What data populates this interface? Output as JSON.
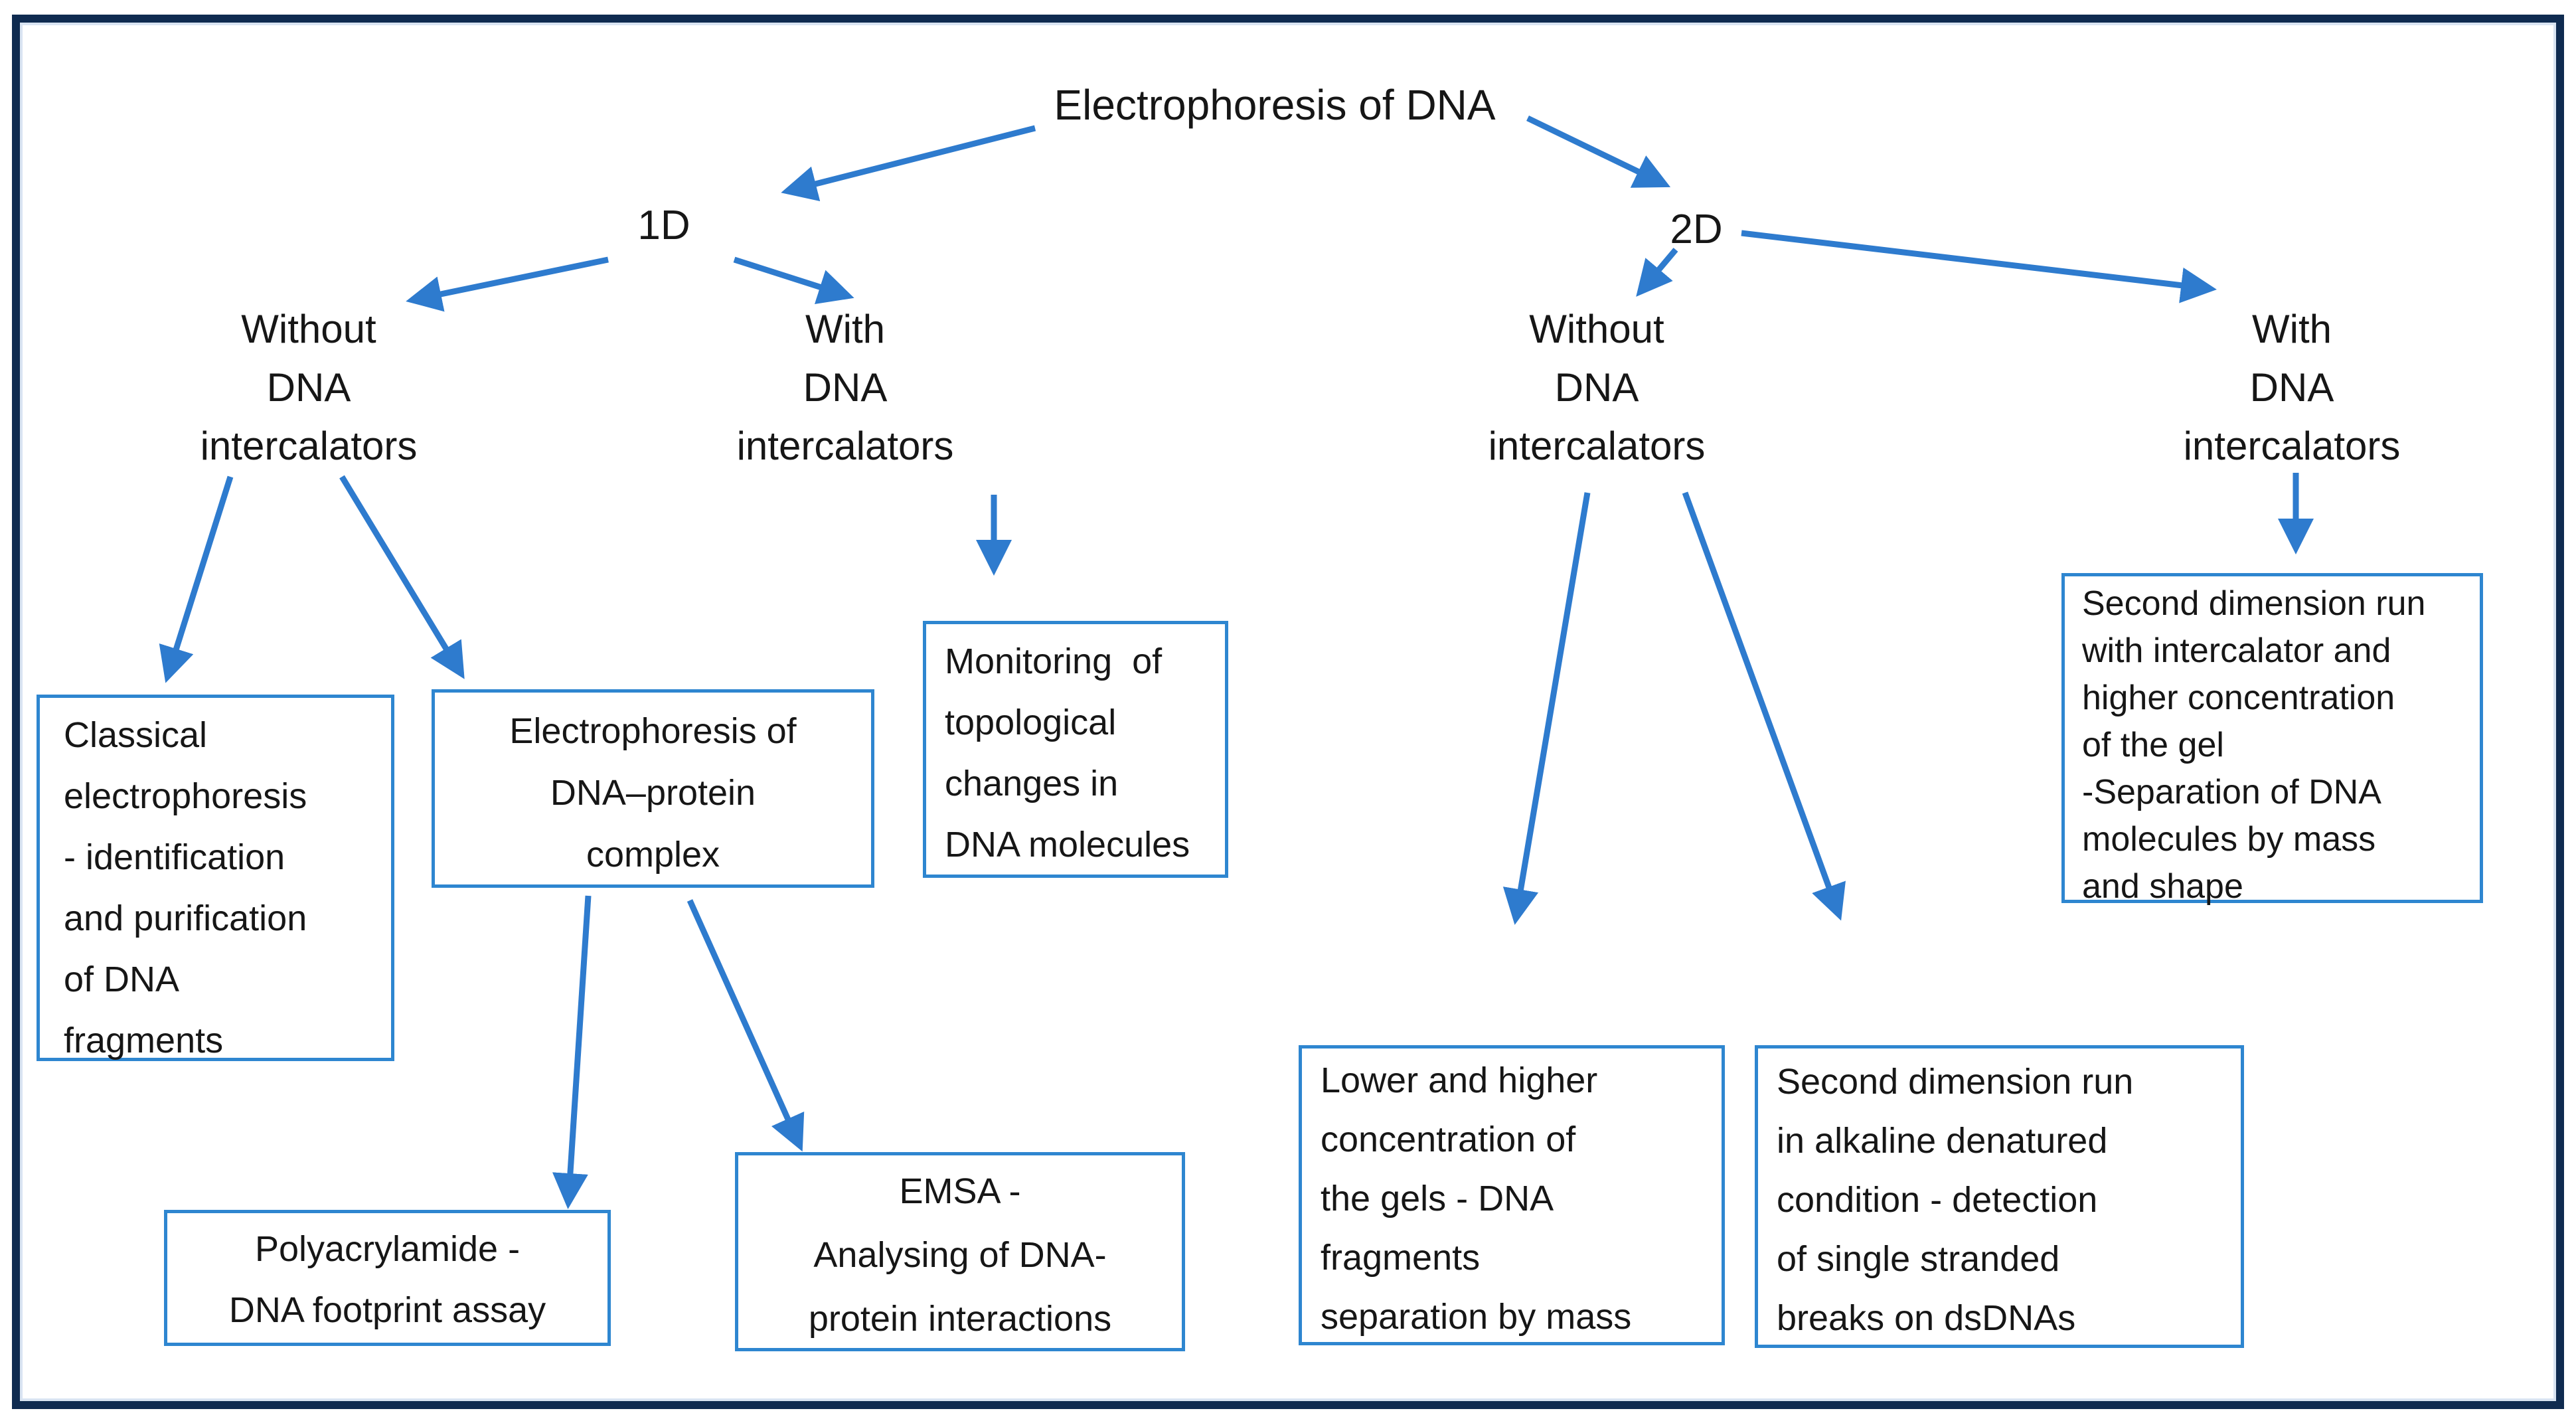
{
  "diagram_title": "Electrophoresis of DNA",
  "nodes": {
    "root": "Electrophoresis of DNA",
    "d1": "1D",
    "d2": "2D",
    "d1_without": "Without\nDNA\nintercalators",
    "d1_with": "With\nDNA\nintercalators",
    "d2_without": "Without\nDNA\nintercalators",
    "d2_with": "With\nDNA\nintercalators"
  },
  "boxes": {
    "classical": "Classical\nelectrophoresis\n- identification\nand purification\nof DNA\nfragments",
    "complex": "Electrophoresis of\nDNA–protein\ncomplex",
    "monitoring": "Monitoring  of\ntopological\nchanges in\nDNA molecules",
    "polyacrylamide": "Polyacrylamide -\nDNA footprint assay",
    "emsa": "EMSA -\nAnalysing of DNA-\nprotein interactions",
    "lower_higher": "Lower and higher\nconcentration of\nthe gels - DNA\nfragments\nseparation by mass",
    "alkaline": "Second dimension run\nin alkaline denatured\ncondition - detection\nof single stranded\nbreaks on dsDNAs",
    "second_intercalator": "Second dimension run\nwith intercalator and\nhigher concentration\nof the gel\n-Separation of DNA\nmolecules by mass\nand shape"
  },
  "colors": {
    "arrow": "#2e7bce",
    "box_border": "#2e86d0",
    "frame": "#0f2b50",
    "text": "#161616",
    "background": "#ffffff"
  }
}
